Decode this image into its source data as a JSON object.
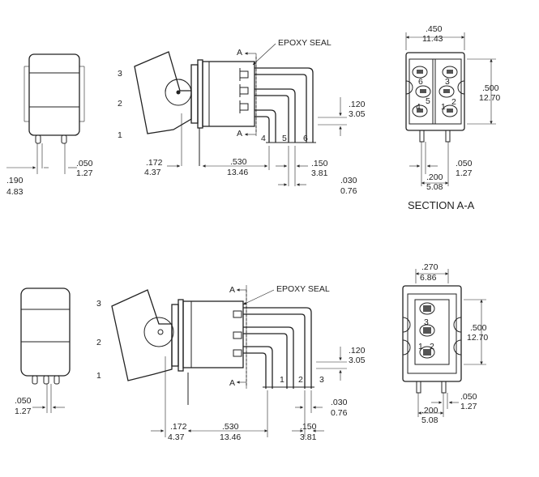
{
  "labels": {
    "epoxy_seal_top": "EPOXY SEAL",
    "epoxy_seal_bottom": "EPOXY SEAL",
    "section_aa": "SECTION A-A",
    "sec_a_top_upper": "A",
    "sec_a_top_lower": "A",
    "sec_a_bot_upper": "A",
    "sec_a_bot_lower": "A"
  },
  "positions_top": [
    "3",
    "2",
    "1"
  ],
  "positions_bottom": [
    "3",
    "2",
    "1"
  ],
  "terminals_top": [
    "4",
    "5",
    "6"
  ],
  "terminals_bottom": [
    "1",
    "2",
    "3"
  ],
  "section_pins_top": [
    "6",
    "3",
    "5",
    "4",
    "1",
    "2"
  ],
  "section_pins_bottom": [
    "3",
    "1",
    "2"
  ],
  "dims": {
    "top_front_width": [
      ".190",
      "4.83"
    ],
    "top_front_pin": [
      ".050",
      "1.27"
    ],
    "top_side_172": [
      ".172",
      "4.37"
    ],
    "top_side_530": [
      ".530",
      "13.46"
    ],
    "top_side_120": [
      ".120",
      "3.05"
    ],
    "top_side_150": [
      ".150",
      "3.81"
    ],
    "top_side_030": [
      ".030",
      "0.76"
    ],
    "top_sec_width": [
      ".450",
      "11.43"
    ],
    "top_sec_height": [
      ".500",
      "12.70"
    ],
    "top_sec_pin": [
      ".050",
      "1.27"
    ],
    "top_sec_spacing": [
      ".200",
      "5.08"
    ],
    "bot_front_pin": [
      ".050",
      "1.27"
    ],
    "bot_side_172": [
      ".172",
      "4.37"
    ],
    "bot_side_530": [
      ".530",
      "13.46"
    ],
    "bot_side_120": [
      ".120",
      "3.05"
    ],
    "bot_side_150": [
      ".150",
      "3.81"
    ],
    "bot_side_030": [
      ".030",
      "0.76"
    ],
    "bot_sec_width": [
      ".270",
      "6.86"
    ],
    "bot_sec_height": [
      ".500",
      "12.70"
    ],
    "bot_sec_pin": [
      ".050",
      "1.27"
    ],
    "bot_sec_spacing": [
      ".200",
      "5.08"
    ]
  }
}
